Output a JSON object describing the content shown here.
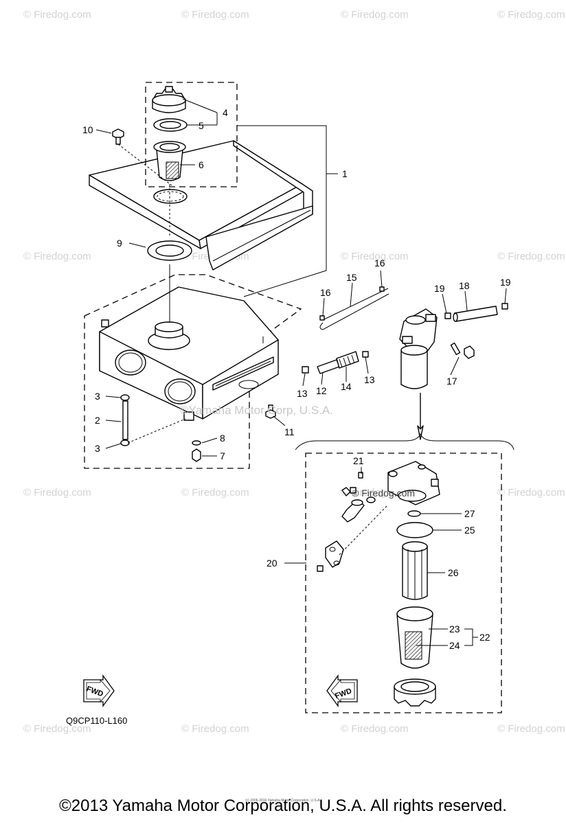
{
  "watermark": "© Firedog.com",
  "center_watermark": "©Yamaha Motor Corp, U.S.A.",
  "callouts": [
    "1",
    "2",
    "3",
    "3",
    "4",
    "5",
    "6",
    "7",
    "8",
    "9",
    "10",
    "11",
    "12",
    "13",
    "13",
    "14",
    "15",
    "16",
    "16",
    "17",
    "18",
    "19",
    "19",
    "20",
    "21",
    "22",
    "23",
    "24",
    "25",
    "26",
    "27"
  ],
  "fwd_label": "FWD",
  "diagram_code": "Q9CP110-L160",
  "copyright": "©2013 Yamaha Motor Corporation, U.S.A. All rights reserved.",
  "tiny_copyright": "(c) 2006-2016 Yamaha Motor Corporation, U.S.A."
}
